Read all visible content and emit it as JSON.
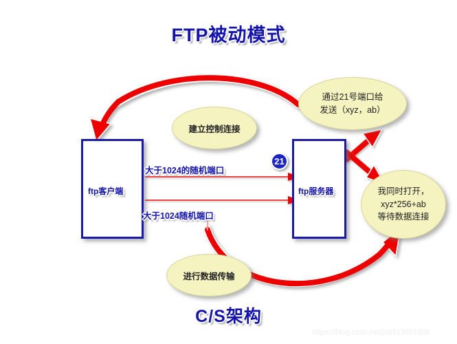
{
  "title": "FTP被动模式",
  "footer_title": "C/S架构",
  "watermark": "https://blog.csdn.net/jxb513651608",
  "nodes": {
    "client": {
      "label": "ftp客户端"
    },
    "server": {
      "label": "ftp服务器"
    }
  },
  "badge": {
    "port": "21"
  },
  "callouts": {
    "control_connection": "建立控制连接",
    "data_transfer": "进行数据传输",
    "port21_send": {
      "line1": "通过21号端口给",
      "line2": "发送（xyz，ab）"
    },
    "wait_data": {
      "line1": "我同时打开，",
      "line2": "xyz*256+ab",
      "line3": "等待数据连接"
    }
  },
  "connections": {
    "top_port_label": "大于1024的随机端口",
    "bottom_port_label": "大于1024随机端口"
  },
  "colors": {
    "text_blue": "#1414aa",
    "box_border": "#1a1aa8",
    "ellipse_fill": "#f5f3c0",
    "arrow_red": "#ee0000",
    "badge_blue": "#1a25c4"
  }
}
